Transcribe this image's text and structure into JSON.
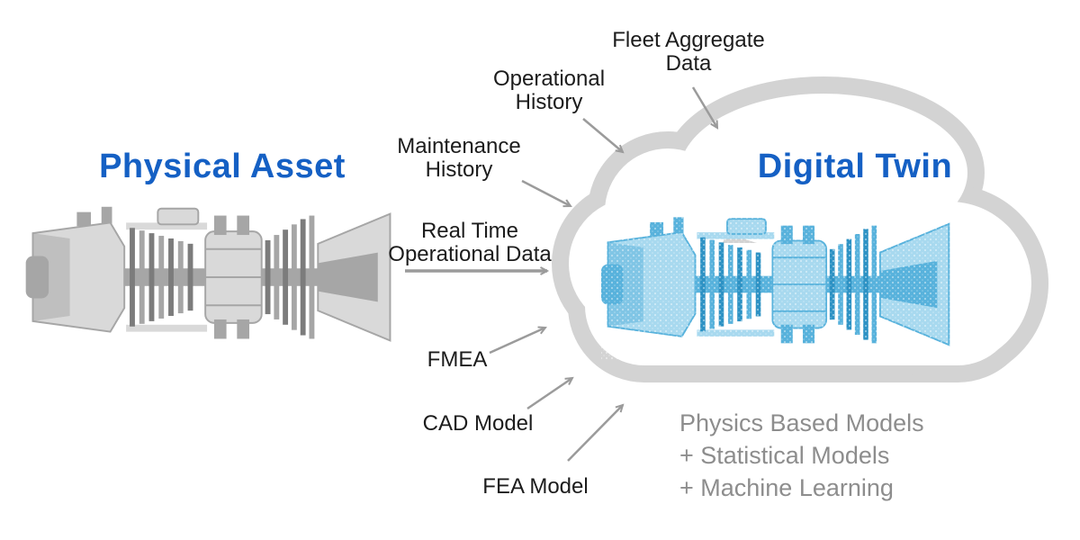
{
  "diagram": {
    "background": "#ffffff",
    "physical": {
      "title": "Physical Asset",
      "image": "gas-turbine-cutaway"
    },
    "digital": {
      "title": "Digital Twin",
      "image": "gas-turbine-point-cloud",
      "models": [
        "Physics Based Models",
        "+ Statistical Models",
        "+ Machine Learning"
      ]
    },
    "data_flows": [
      {
        "id": "fleet-aggregate-data",
        "lines": [
          "Fleet Aggregate",
          "Data"
        ]
      },
      {
        "id": "operational-history",
        "lines": [
          "Operational",
          "History"
        ]
      },
      {
        "id": "maintenance-history",
        "lines": [
          "Maintenance",
          "History"
        ]
      },
      {
        "id": "real-time-operational-data",
        "lines": [
          "Real Time",
          "Operational Data"
        ]
      },
      {
        "id": "fmea",
        "lines": [
          "FMEA"
        ]
      },
      {
        "id": "cad-model",
        "lines": [
          "CAD Model"
        ]
      },
      {
        "id": "fea-model",
        "lines": [
          "FEA Model"
        ]
      }
    ],
    "colors": {
      "title_blue": "#1560c4",
      "label_text": "#1c1c1c",
      "muted_text": "#8d8d8d",
      "arrow": "#9b9b9b",
      "cloud_outline": "#d3d3d3",
      "turbine_gray": "#a6a6a6",
      "turbine_blue": "#58b2dc"
    }
  }
}
